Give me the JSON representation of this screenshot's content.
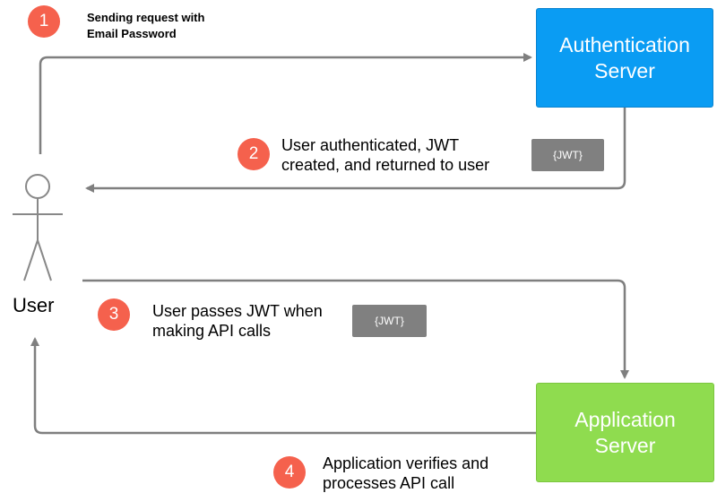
{
  "actor": {
    "label": "User"
  },
  "servers": {
    "auth": {
      "line1": "Authentication",
      "line2": "Server",
      "color": "#0a9cf3"
    },
    "app": {
      "line1": "Application",
      "line2": "Server",
      "color": "#8fdc4f"
    }
  },
  "steps": [
    {
      "number": "1",
      "line1": "Sending request with",
      "line2": "Email Password"
    },
    {
      "number": "2",
      "line1": "User authenticated, JWT",
      "line2": "created, and returned to user",
      "token": "{JWT}"
    },
    {
      "number": "3",
      "line1": "User passes JWT when",
      "line2": "making API calls",
      "token": "{JWT}"
    },
    {
      "number": "4",
      "line1": "Application verifies and",
      "line2": "processes API call"
    }
  ],
  "colors": {
    "badge": "#f5614d",
    "arrow": "#7f7f7f",
    "token": "#808080"
  }
}
